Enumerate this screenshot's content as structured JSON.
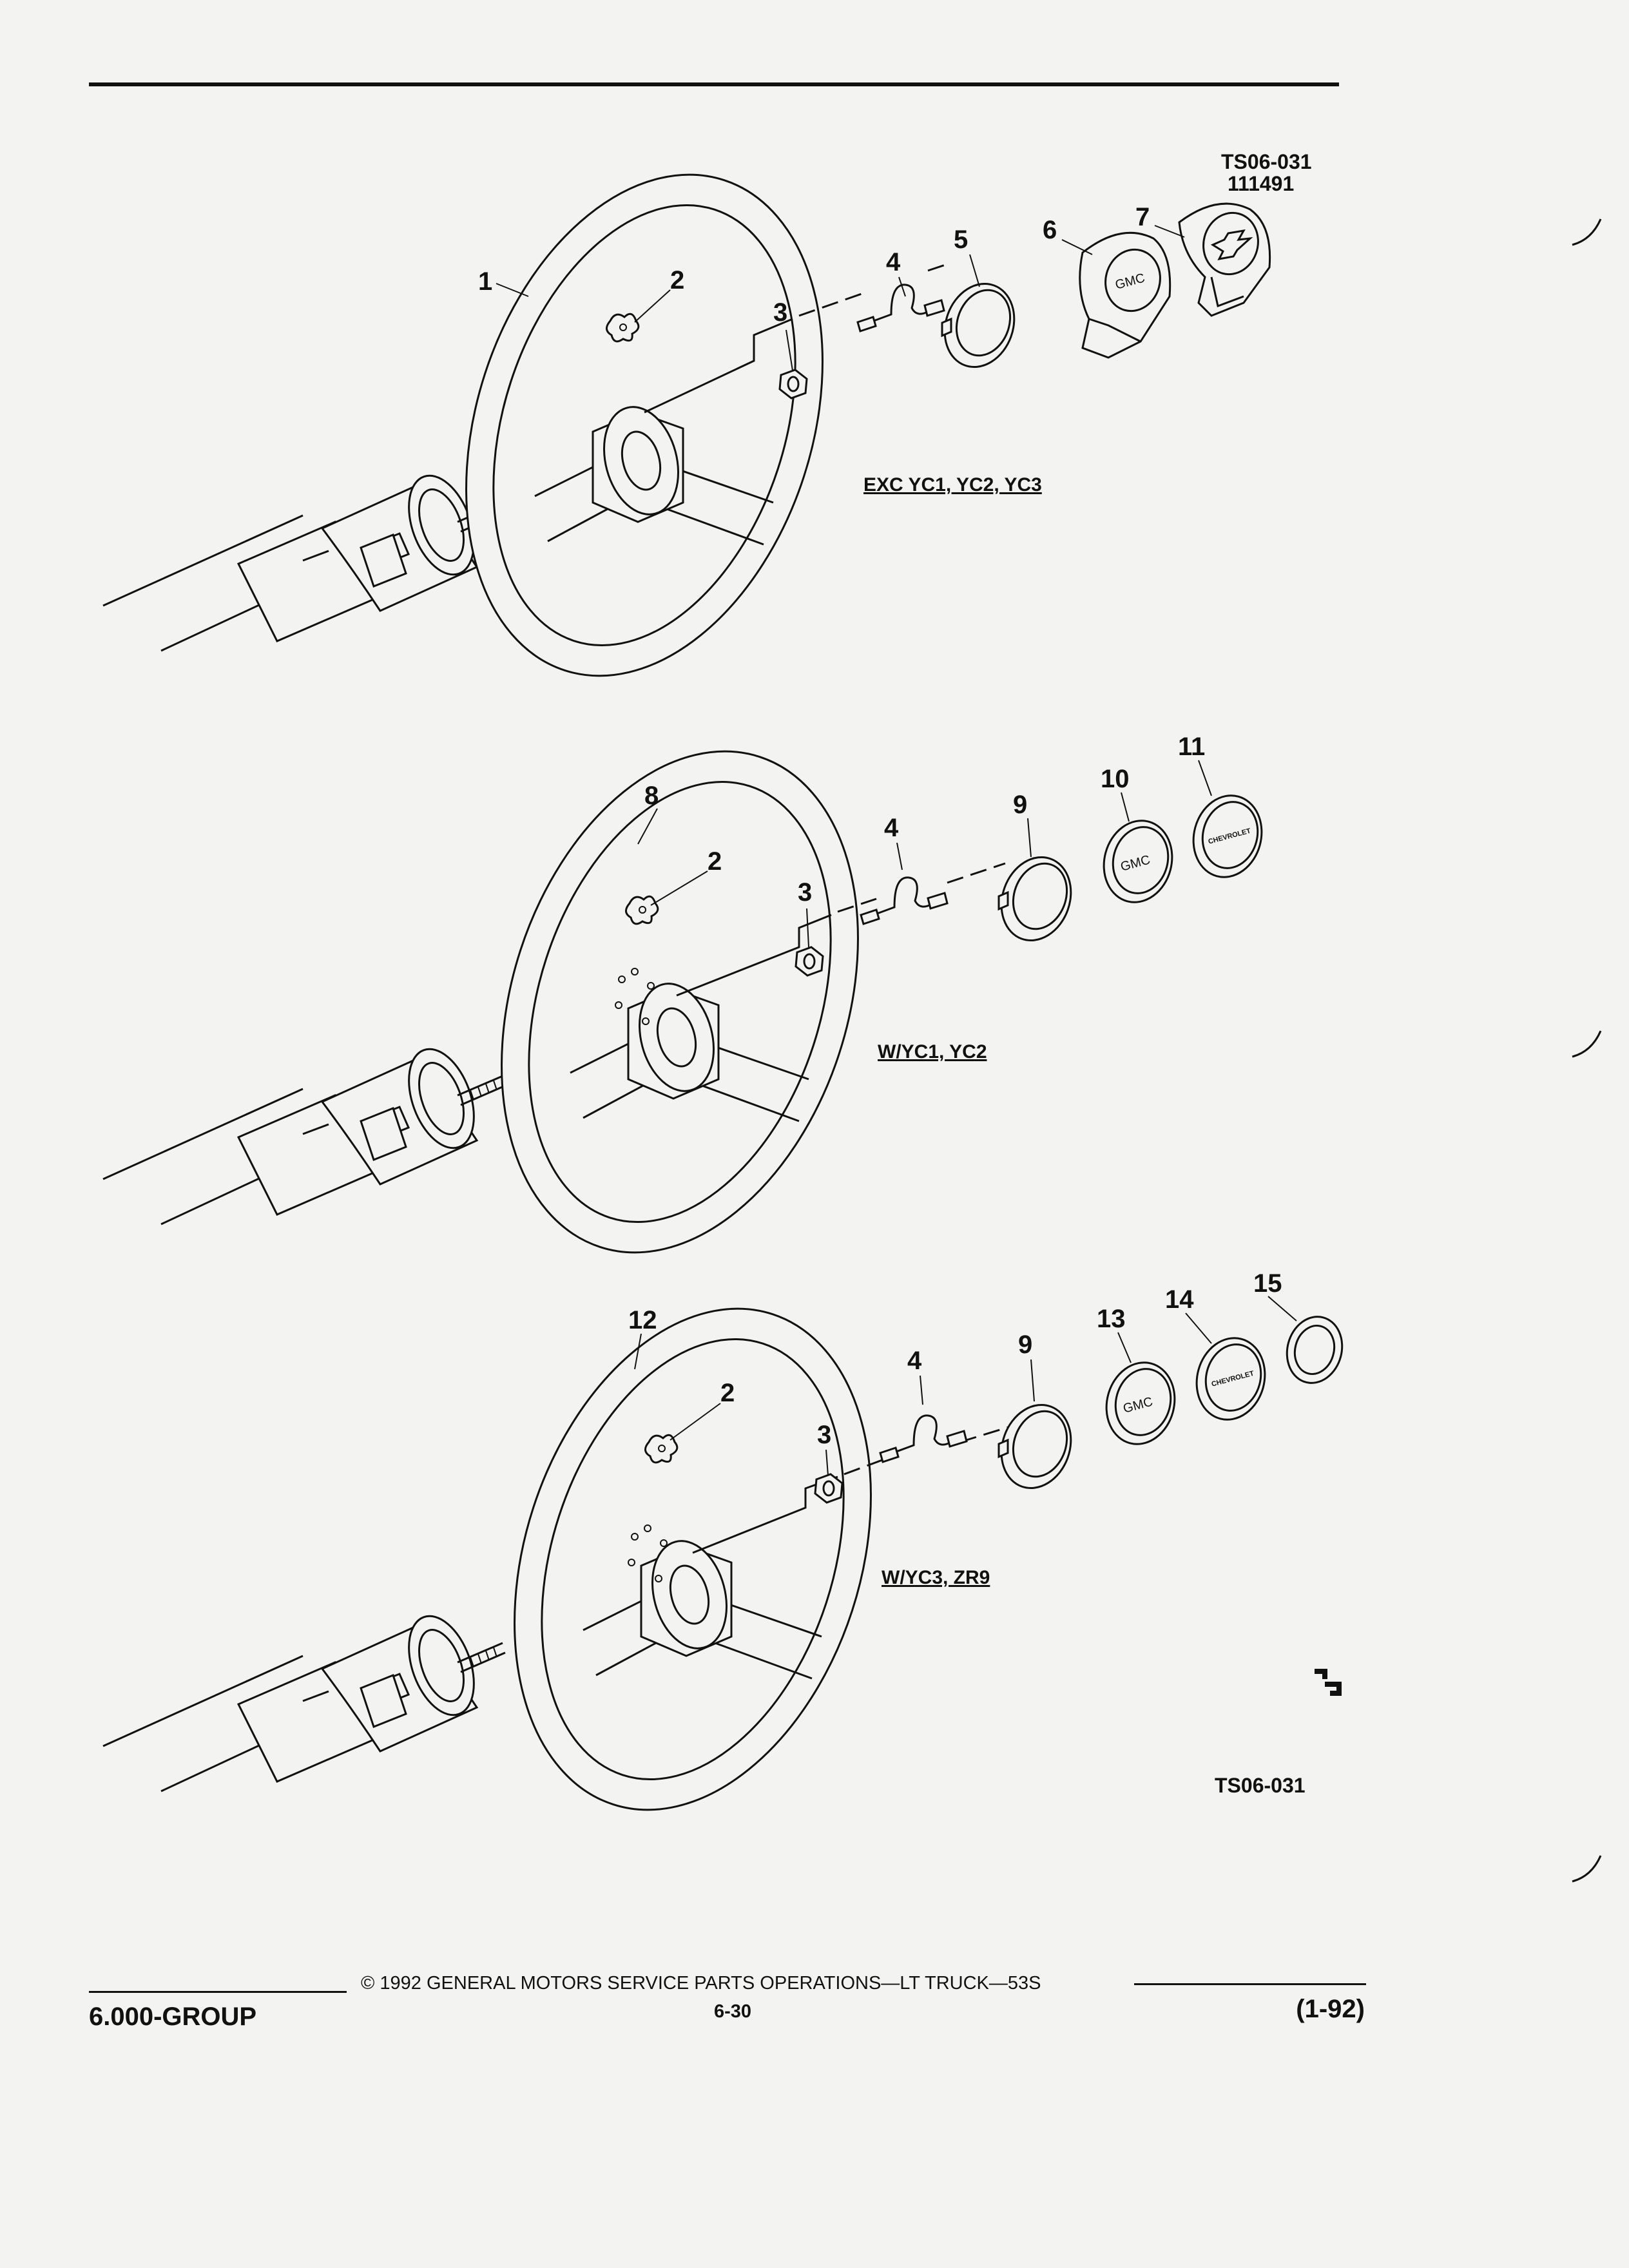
{
  "header": {
    "ref_code": "TS06-031",
    "ref_date": "111491"
  },
  "views": [
    {
      "caption": "EXC YC1, YC2, YC3",
      "callouts": [
        "1",
        "2",
        "3",
        "4",
        "5",
        "6",
        "7"
      ],
      "emblems": [
        "GMC"
      ]
    },
    {
      "caption": "W/YC1, YC2",
      "callouts": [
        "8",
        "2",
        "3",
        "4",
        "9",
        "10",
        "11"
      ],
      "emblems": [
        "GMC",
        "CHEVROLET"
      ]
    },
    {
      "caption": "W/YC3, ZR9",
      "callouts": [
        "12",
        "2",
        "3",
        "4",
        "9",
        "13",
        "14",
        "15"
      ],
      "emblems": [
        "GMC",
        "CHEVROLET"
      ]
    }
  ],
  "bottom_ref": "TS06-031",
  "footer": {
    "group": "6.000-GROUP",
    "copyright": "© 1992 GENERAL MOTORS SERVICE PARTS OPERATIONS—LT TRUCK—53S",
    "page": "6-30",
    "date": "(1-92)"
  }
}
